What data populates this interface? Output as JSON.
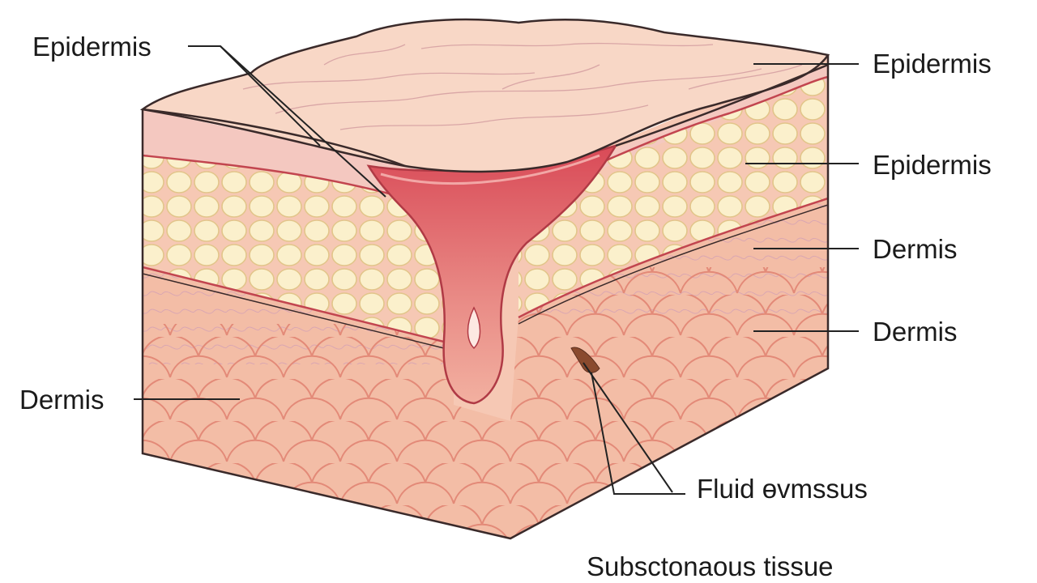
{
  "labels": {
    "left_top": "Epidermis",
    "left_bottom": "Dermis",
    "right_1": "Epidermis",
    "right_2": "Epidermis",
    "right_3": "Dermis",
    "right_4": "Dermis",
    "fluid": "Fluid ɵvmssus",
    "bottom": "Subsctonaous tissue"
  },
  "colors": {
    "surface": "#f6d3c2",
    "fat": "#f8ebc0",
    "fat_cell_stroke": "#e2c58a",
    "dermis": "#f3b8a0",
    "dermis_stroke": "#e38a78",
    "pit": "#e46a72",
    "outline": "#3a2a2a",
    "leader": "#222222"
  }
}
